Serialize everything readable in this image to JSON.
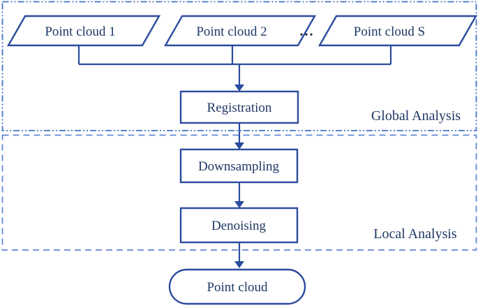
{
  "diagram": {
    "inputs": [
      {
        "label": "Point cloud 1"
      },
      {
        "label": "Point cloud 2"
      },
      {
        "label": "Point cloud S"
      }
    ],
    "ellipsis": "...",
    "steps": [
      {
        "label": "Registration"
      },
      {
        "label": "Downsampling"
      },
      {
        "label": "Denoising"
      }
    ],
    "output": {
      "label": "Point cloud"
    },
    "regions": [
      {
        "label": "Global Analysis"
      },
      {
        "label": "Local Analysis"
      }
    ],
    "colors": {
      "shape_stroke": "#2a4b9d",
      "text": "#1f3864",
      "global_region_border": "#4472c4",
      "local_region_border": "#6188d4",
      "ellipsis": "#1f2430",
      "background": "#ffffff"
    }
  }
}
